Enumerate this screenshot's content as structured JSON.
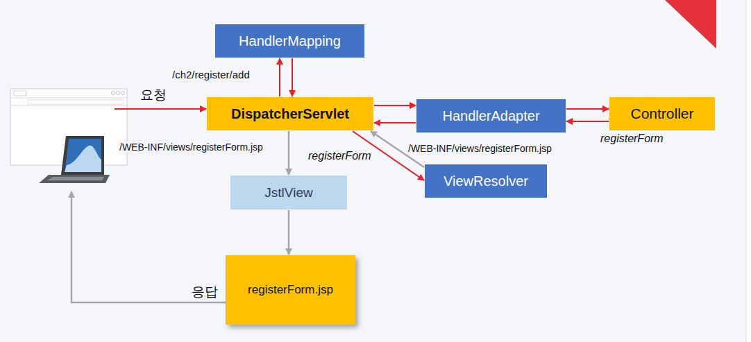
{
  "diagram": {
    "nodes": [
      {
        "text": [
          "HandlerMapping"
        ]
      },
      {
        "text": [
          "DispatcherServlet"
        ]
      },
      {
        "text": [
          "HandlerAdapter"
        ]
      },
      {
        "text": [
          "Controller"
        ]
      },
      {
        "text": [
          "ViewResolver"
        ]
      },
      {
        "text": [
          "JstlView"
        ]
      },
      {
        "text": [
          "registerForm.jsp"
        ]
      }
    ],
    "edges": [
      {
        "from": 1,
        "to": 0,
        "label": "/ch2/register/add",
        "arrow": "to"
      },
      {
        "from": 0,
        "to": 1,
        "arrow": "to"
      },
      {
        "from": 1,
        "to": 2,
        "arrow": "to"
      },
      {
        "from": 2,
        "to": 1,
        "arrow": "to"
      },
      {
        "from": 2,
        "to": 3,
        "arrow": "to"
      },
      {
        "from": 3,
        "to": 2,
        "arrow": "to"
      },
      {
        "from": 1,
        "to": 4,
        "label": "registerForm",
        "arrow": "to"
      },
      {
        "from": 4,
        "to": 1,
        "label": "/WEB-INF/views/registerForm.jsp",
        "arrow": "to"
      },
      {
        "from": 1,
        "to": 5,
        "label": "/WEB-INF/views/registerForm.jsp",
        "arrow": "to"
      },
      {
        "from": 5,
        "to": 6,
        "arrow": "to"
      }
    ],
    "labels": [
      "요청",
      "응답",
      "registerForm"
    ]
  }
}
